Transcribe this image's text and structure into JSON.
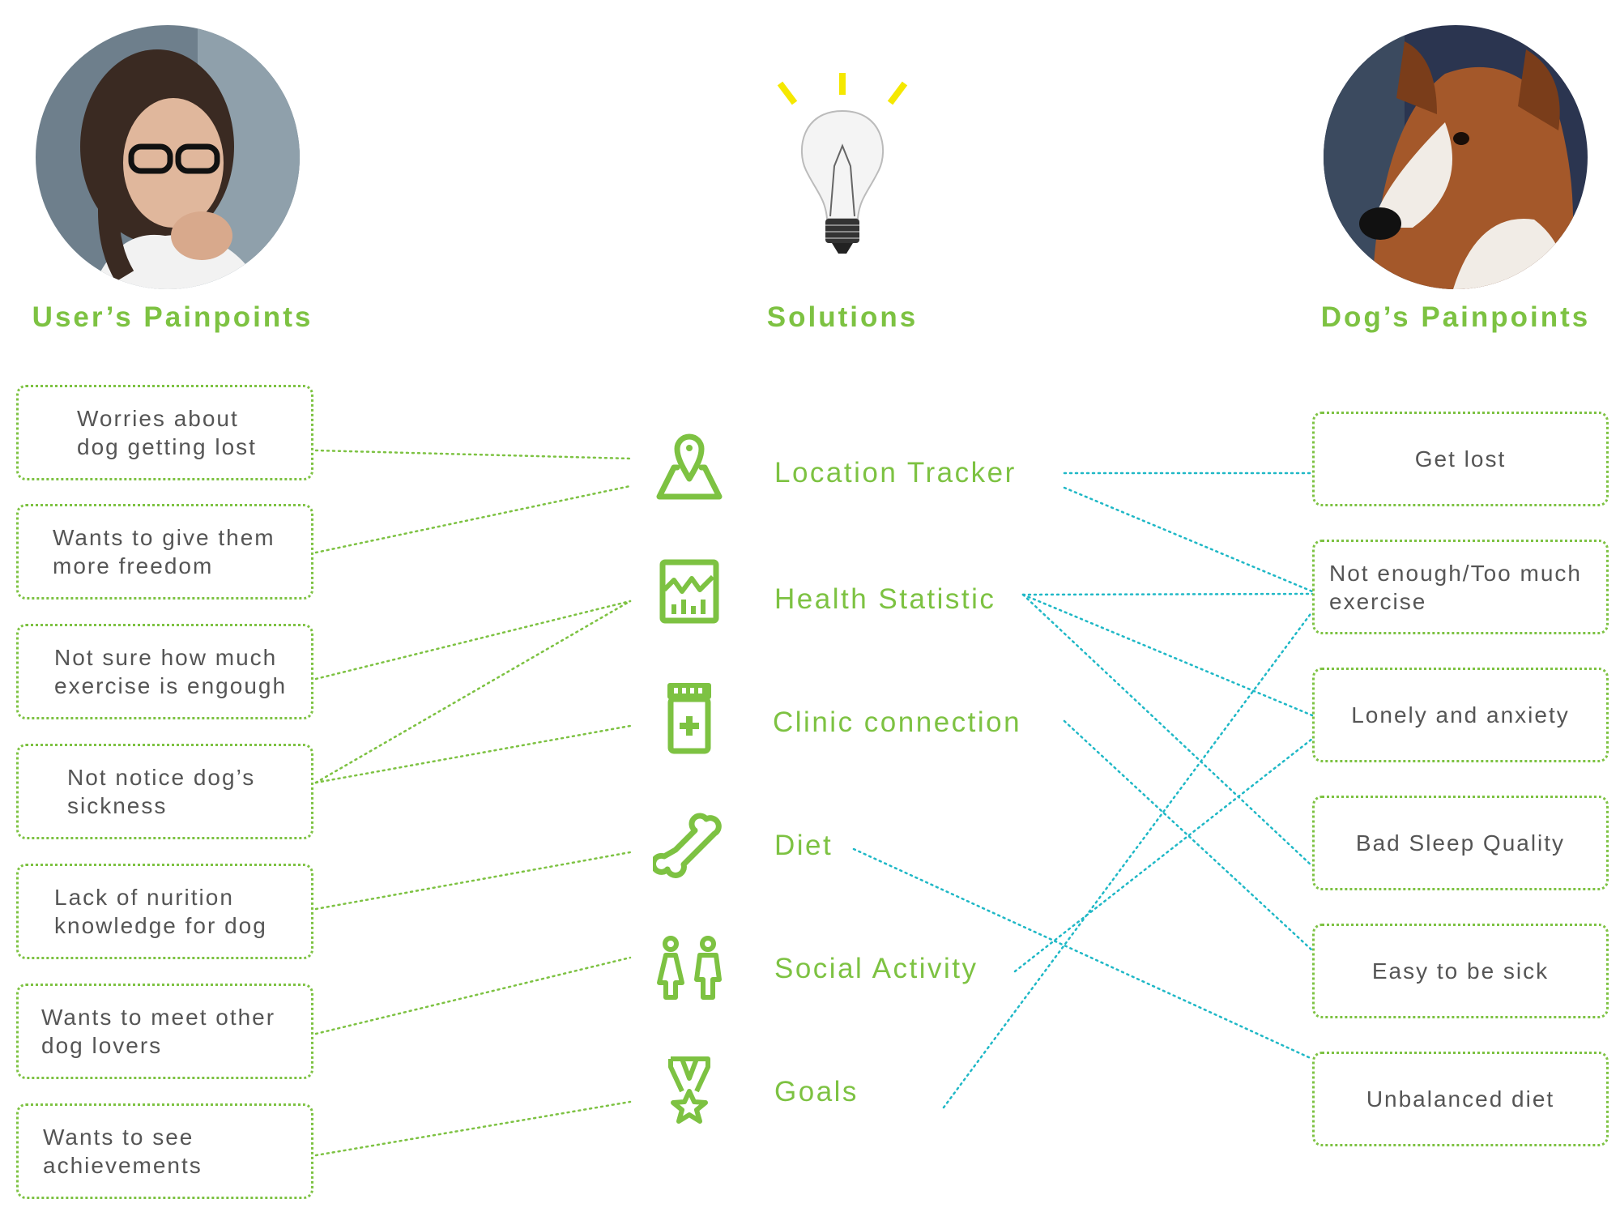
{
  "headers": {
    "user": "User’s Painpoints",
    "solutions": "Solutions",
    "dog": "Dog’s Painpoints"
  },
  "user_painpoints": [
    {
      "line1": "Worries about",
      "line2": "dog getting lost"
    },
    {
      "line1": "Wants to give them",
      "line2": "more freedom"
    },
    {
      "line1": "Not sure how much",
      "line2": "exercise is engough"
    },
    {
      "line1": "Not notice dog’s",
      "line2": "sickness"
    },
    {
      "line1": "Lack of nurition",
      "line2": "knowledge for dog"
    },
    {
      "line1": "Wants to meet other",
      "line2": "dog lovers"
    },
    {
      "line1": "Wants to see",
      "line2": "achievements"
    }
  ],
  "solutions": [
    {
      "label": "Location Tracker",
      "icon": "map-pin-icon"
    },
    {
      "label": "Health Statistic",
      "icon": "chart-icon"
    },
    {
      "label": "Clinic connection",
      "icon": "medicine-icon"
    },
    {
      "label": "Diet",
      "icon": "bone-icon"
    },
    {
      "label": "Social Activity",
      "icon": "people-icon"
    },
    {
      "label": "Goals",
      "icon": "medal-icon"
    }
  ],
  "dog_painpoints": [
    {
      "line1": "Get lost",
      "line2": ""
    },
    {
      "line1": "Not enough/Too much",
      "line2": "exercise"
    },
    {
      "line1": "Lonely and anxiety",
      "line2": ""
    },
    {
      "line1": "Bad Sleep Quality",
      "line2": ""
    },
    {
      "line1": "Easy to be sick",
      "line2": ""
    },
    {
      "line1": "Unbalanced diet",
      "line2": ""
    }
  ],
  "links_user_to_solution": [
    [
      0,
      0
    ],
    [
      1,
      0
    ],
    [
      2,
      1
    ],
    [
      3,
      1
    ],
    [
      3,
      2
    ],
    [
      4,
      3
    ],
    [
      5,
      4
    ],
    [
      6,
      5
    ]
  ],
  "links_solution_to_dog": [
    [
      0,
      0
    ],
    [
      0,
      1
    ],
    [
      1,
      1
    ],
    [
      1,
      2
    ],
    [
      1,
      3
    ],
    [
      2,
      4
    ],
    [
      3,
      5
    ],
    [
      4,
      2
    ],
    [
      5,
      1
    ]
  ],
  "colors": {
    "green": "#7dc242",
    "cyan": "#1fb8c6",
    "text": "#555555",
    "bulb_rays": "#f5e800"
  }
}
